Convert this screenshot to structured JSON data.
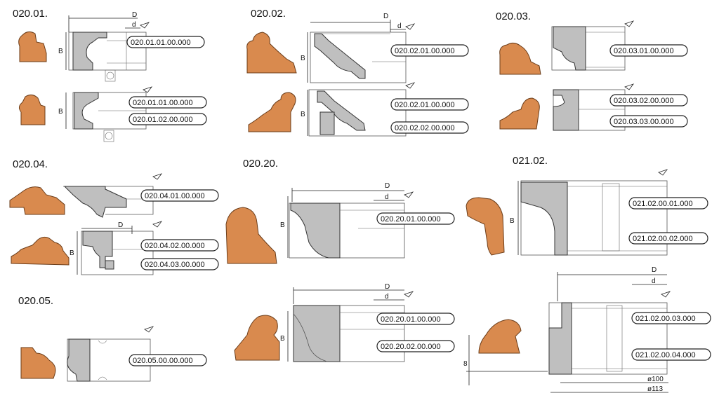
{
  "colors": {
    "wood": "#d98a4e",
    "cutter": "#bfbfbf"
  },
  "groups": [
    {
      "id": "g1",
      "title": "020.01.",
      "parts": [
        "020.01.01.00.000",
        "020.01.01.00.000",
        "020.01.02.00.000"
      ],
      "dims": [
        "D",
        "d",
        "B",
        "B"
      ]
    },
    {
      "id": "g2",
      "title": "020.02.",
      "parts": [
        "020.02.01.00.000",
        "020.02.01.00.000",
        "020.02.02.00.000"
      ],
      "dims": [
        "D",
        "d",
        "B",
        "B"
      ]
    },
    {
      "id": "g3",
      "title": "020.03.",
      "parts": [
        "020.03.01.00.000",
        "020.03.02.00.000",
        "020.03.03.00.000"
      ],
      "dims": []
    },
    {
      "id": "g4",
      "title": "020.04.",
      "parts": [
        "020.04.01.00.000",
        "020.04.02.00.000",
        "020.04.03.00.000"
      ],
      "dims": [
        "D",
        "B"
      ]
    },
    {
      "id": "g5",
      "title": "020.05.",
      "parts": [
        "020.05.00.00.000"
      ],
      "dims": []
    },
    {
      "id": "g6",
      "title": "020.20.",
      "parts": [
        "020.20.01.00.000",
        "020.20.01.00.000",
        "020.20.02.00.000"
      ],
      "dims": [
        "D",
        "d",
        "B",
        "D",
        "d",
        "B"
      ]
    },
    {
      "id": "g7",
      "title": "021.02.",
      "parts": [
        "021.02.00.01.000",
        "021.02.00.02.000",
        "021.02.00.03.000",
        "021.02.00.04.000"
      ],
      "dims": [
        "B",
        "D",
        "d",
        "8",
        "ø100",
        "ø113"
      ]
    }
  ]
}
